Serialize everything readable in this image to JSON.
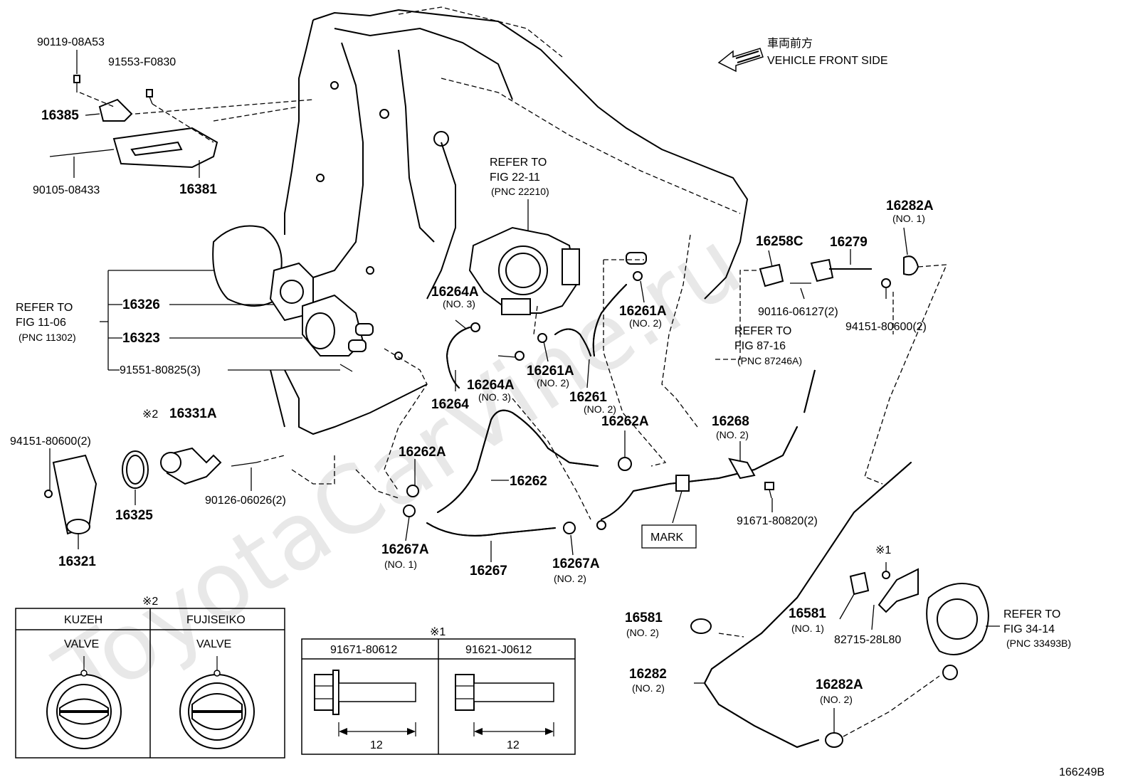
{
  "watermark": "ToyotaCarVine.ru",
  "front_side": {
    "jp": "車両前方",
    "en": "VEHICLE FRONT SIDE"
  },
  "refs": {
    "throttle": {
      "l1": "REFER TO",
      "l2": "FIG 22-11",
      "l3": "(PNC 22210)"
    },
    "engine": {
      "l1": "REFER TO",
      "l2": "FIG 11-06",
      "l3": "(PNC 11302)"
    },
    "hose": {
      "l1": "REFER TO",
      "l2": "FIG 87-16",
      "l3": "(PNC 87246A)"
    },
    "pump": {
      "l1": "REFER TO",
      "l2": "FIG 34-14",
      "l3": "(PNC 33493B)"
    }
  },
  "parts": {
    "p90119": "90119-08A53",
    "p91553": "91553-F0830",
    "p16385": "16385",
    "p90105": "90105-08433",
    "p16381": "16381",
    "p16326": "16326",
    "p16323": "16323",
    "p91551": "91551-80825(3)",
    "p16331A": "16331A",
    "mark2a": "※2",
    "p94151a": "94151-80600(2)",
    "p16325": "16325",
    "p90126": "90126-06026(2)",
    "p16321": "16321",
    "p16264A1": "16264A",
    "p16264A1n": "(NO. 3)",
    "p16264A2": "16264A",
    "p16264A2n": "(NO. 3)",
    "p16264": "16264",
    "p16261A1": "16261A",
    "p16261A1n": "(NO. 2)",
    "p16261A2": "16261A",
    "p16261A2n": "(NO. 2)",
    "p16261": "16261",
    "p16261n": "(NO. 2)",
    "p16262A1": "16262A",
    "p16262A2": "16262A",
    "p16262": "16262",
    "p16267A1": "16267A",
    "p16267A1n": "(NO. 1)",
    "p16267": "16267",
    "p16267A2": "16267A",
    "p16267A2n": "(NO. 2)",
    "p16258C": "16258C",
    "p16279": "16279",
    "p16282A1": "16282A",
    "p16282A1n": "(NO. 1)",
    "p90116": "90116-06127(2)",
    "p94151b": "94151-80600(2)",
    "p16268": "16268",
    "p16268n": "(NO. 2)",
    "p91671": "91671-80820(2)",
    "mark": "MARK",
    "mark1a": "※1",
    "p16581a": "16581",
    "p16581an": "(NO. 2)",
    "p16581b": "16581",
    "p16581bn": "(NO. 1)",
    "p82715": "82715-28L80",
    "p16282": "16282",
    "p16282n": "(NO. 2)",
    "p16282A2": "16282A",
    "p16282A2n": "(NO. 2)"
  },
  "valve_table": {
    "mark": "※2",
    "headers": [
      "KUZEH",
      "FUJISEIKO"
    ],
    "labels": [
      "VALVE",
      "VALVE"
    ]
  },
  "bolt_table": {
    "mark": "※1",
    "headers": [
      "91671-80612",
      "91621-J0612"
    ],
    "dims": [
      "12",
      "12"
    ]
  },
  "figure_code": "166249B"
}
